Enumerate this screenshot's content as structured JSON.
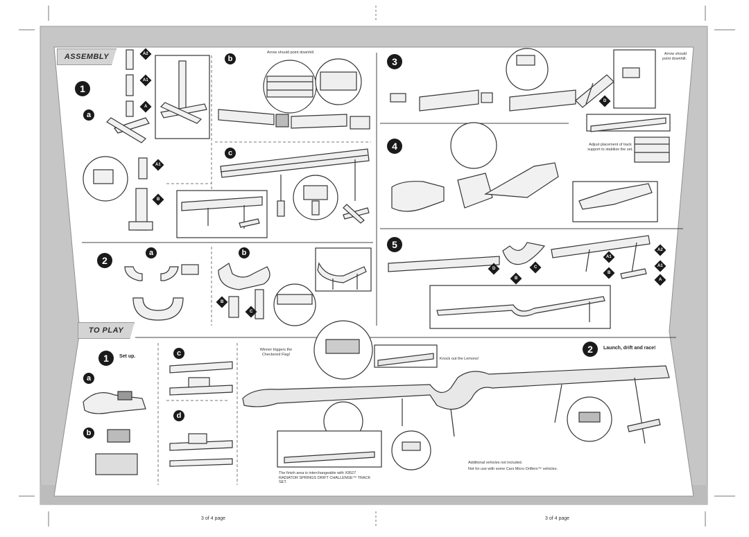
{
  "headers": {
    "assembly": "ASSEMBLY",
    "to_play": "TO PLAY"
  },
  "steps": {
    "s1": "1",
    "s2": "2",
    "s3": "3",
    "s4": "4",
    "s5": "5",
    "p1": "1",
    "p2": "2"
  },
  "letters": {
    "a": "a",
    "b": "b",
    "c": "c",
    "d": "d"
  },
  "part_labels": {
    "a": "A",
    "a1": "A1",
    "a2": "A2",
    "b": "B",
    "c": "C",
    "d": "D"
  },
  "notes": {
    "arrow_downhill_1": "Arrow should point downhill.",
    "arrow_downhill_2": "Arrow should point downhill.",
    "adjust_support": "Adjust placement of track support to stabilize the set.",
    "winner_flag": "Winner triggers the Checkered Flag!",
    "knock_lemons": "Knock out the Lemons!",
    "finish_area": "The finish area is interchangeable with X9527 RADIATOR SPRINGS DRIFT CHALLENGE™ TRACK SET.",
    "additional_vehicles": "Additional vehicles not included.",
    "not_for_use": "Not for use with some Cars Micro Drifters™ vehicles."
  },
  "play": {
    "setup": "Set up.",
    "launch": "Launch, drift and race!"
  },
  "footer": {
    "left": "3 of 4 page",
    "right": "3 of 4 page"
  }
}
